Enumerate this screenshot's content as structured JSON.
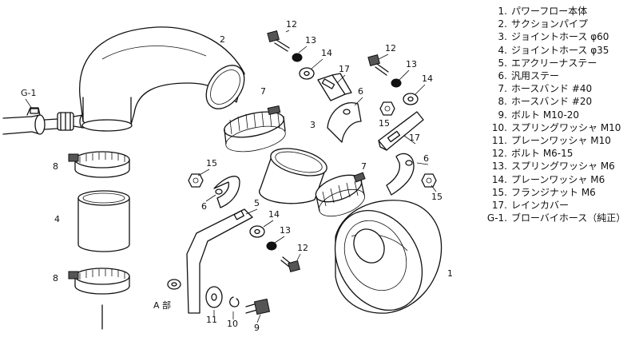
{
  "callouts": {
    "c1": "1",
    "c2": "2",
    "c3": "3",
    "c4": "4",
    "c5": "5",
    "c6a": "6",
    "c6b": "6",
    "c6c": "6",
    "c7a": "7",
    "c7b": "7",
    "c8a": "8",
    "c8b": "8",
    "c9": "9",
    "c10": "10",
    "c11": "11",
    "c12a": "12",
    "c12b": "12",
    "c12c": "12",
    "c13a": "13",
    "c13b": "13",
    "c13c": "13",
    "c14a": "14",
    "c14b": "14",
    "c14c": "14",
    "c15a": "15",
    "c15b": "15",
    "c15c": "15",
    "c17a": "17",
    "c17b": "17",
    "g1": "G-1",
    "detail_a": "A 部"
  },
  "parts": [
    {
      "no": "1.",
      "name": "パワーフロー本体"
    },
    {
      "no": "2.",
      "name": "サクションパイプ"
    },
    {
      "no": "3.",
      "name": "ジョイントホース φ60"
    },
    {
      "no": "4.",
      "name": "ジョイントホース φ35"
    },
    {
      "no": "5.",
      "name": "エアクリーナステー"
    },
    {
      "no": "6.",
      "name": "汎用ステー"
    },
    {
      "no": "7.",
      "name": "ホースバンド #40"
    },
    {
      "no": "8.",
      "name": "ホースバンド #20"
    },
    {
      "no": "9.",
      "name": "ボルト M10-20"
    },
    {
      "no": "10.",
      "name": "スプリングワッシャ M10"
    },
    {
      "no": "11.",
      "name": "プレーンワッシャ M10"
    },
    {
      "no": "12.",
      "name": "ボルト M6-15"
    },
    {
      "no": "13.",
      "name": "スプリングワッシャ M6"
    },
    {
      "no": "14.",
      "name": "プレーンワッシャ M6"
    },
    {
      "no": "15.",
      "name": "フランジナット M6"
    },
    {
      "no": "17.",
      "name": "レインカバー"
    },
    {
      "no": "G-1.",
      "name": "ブローバイホース（純正）"
    }
  ]
}
